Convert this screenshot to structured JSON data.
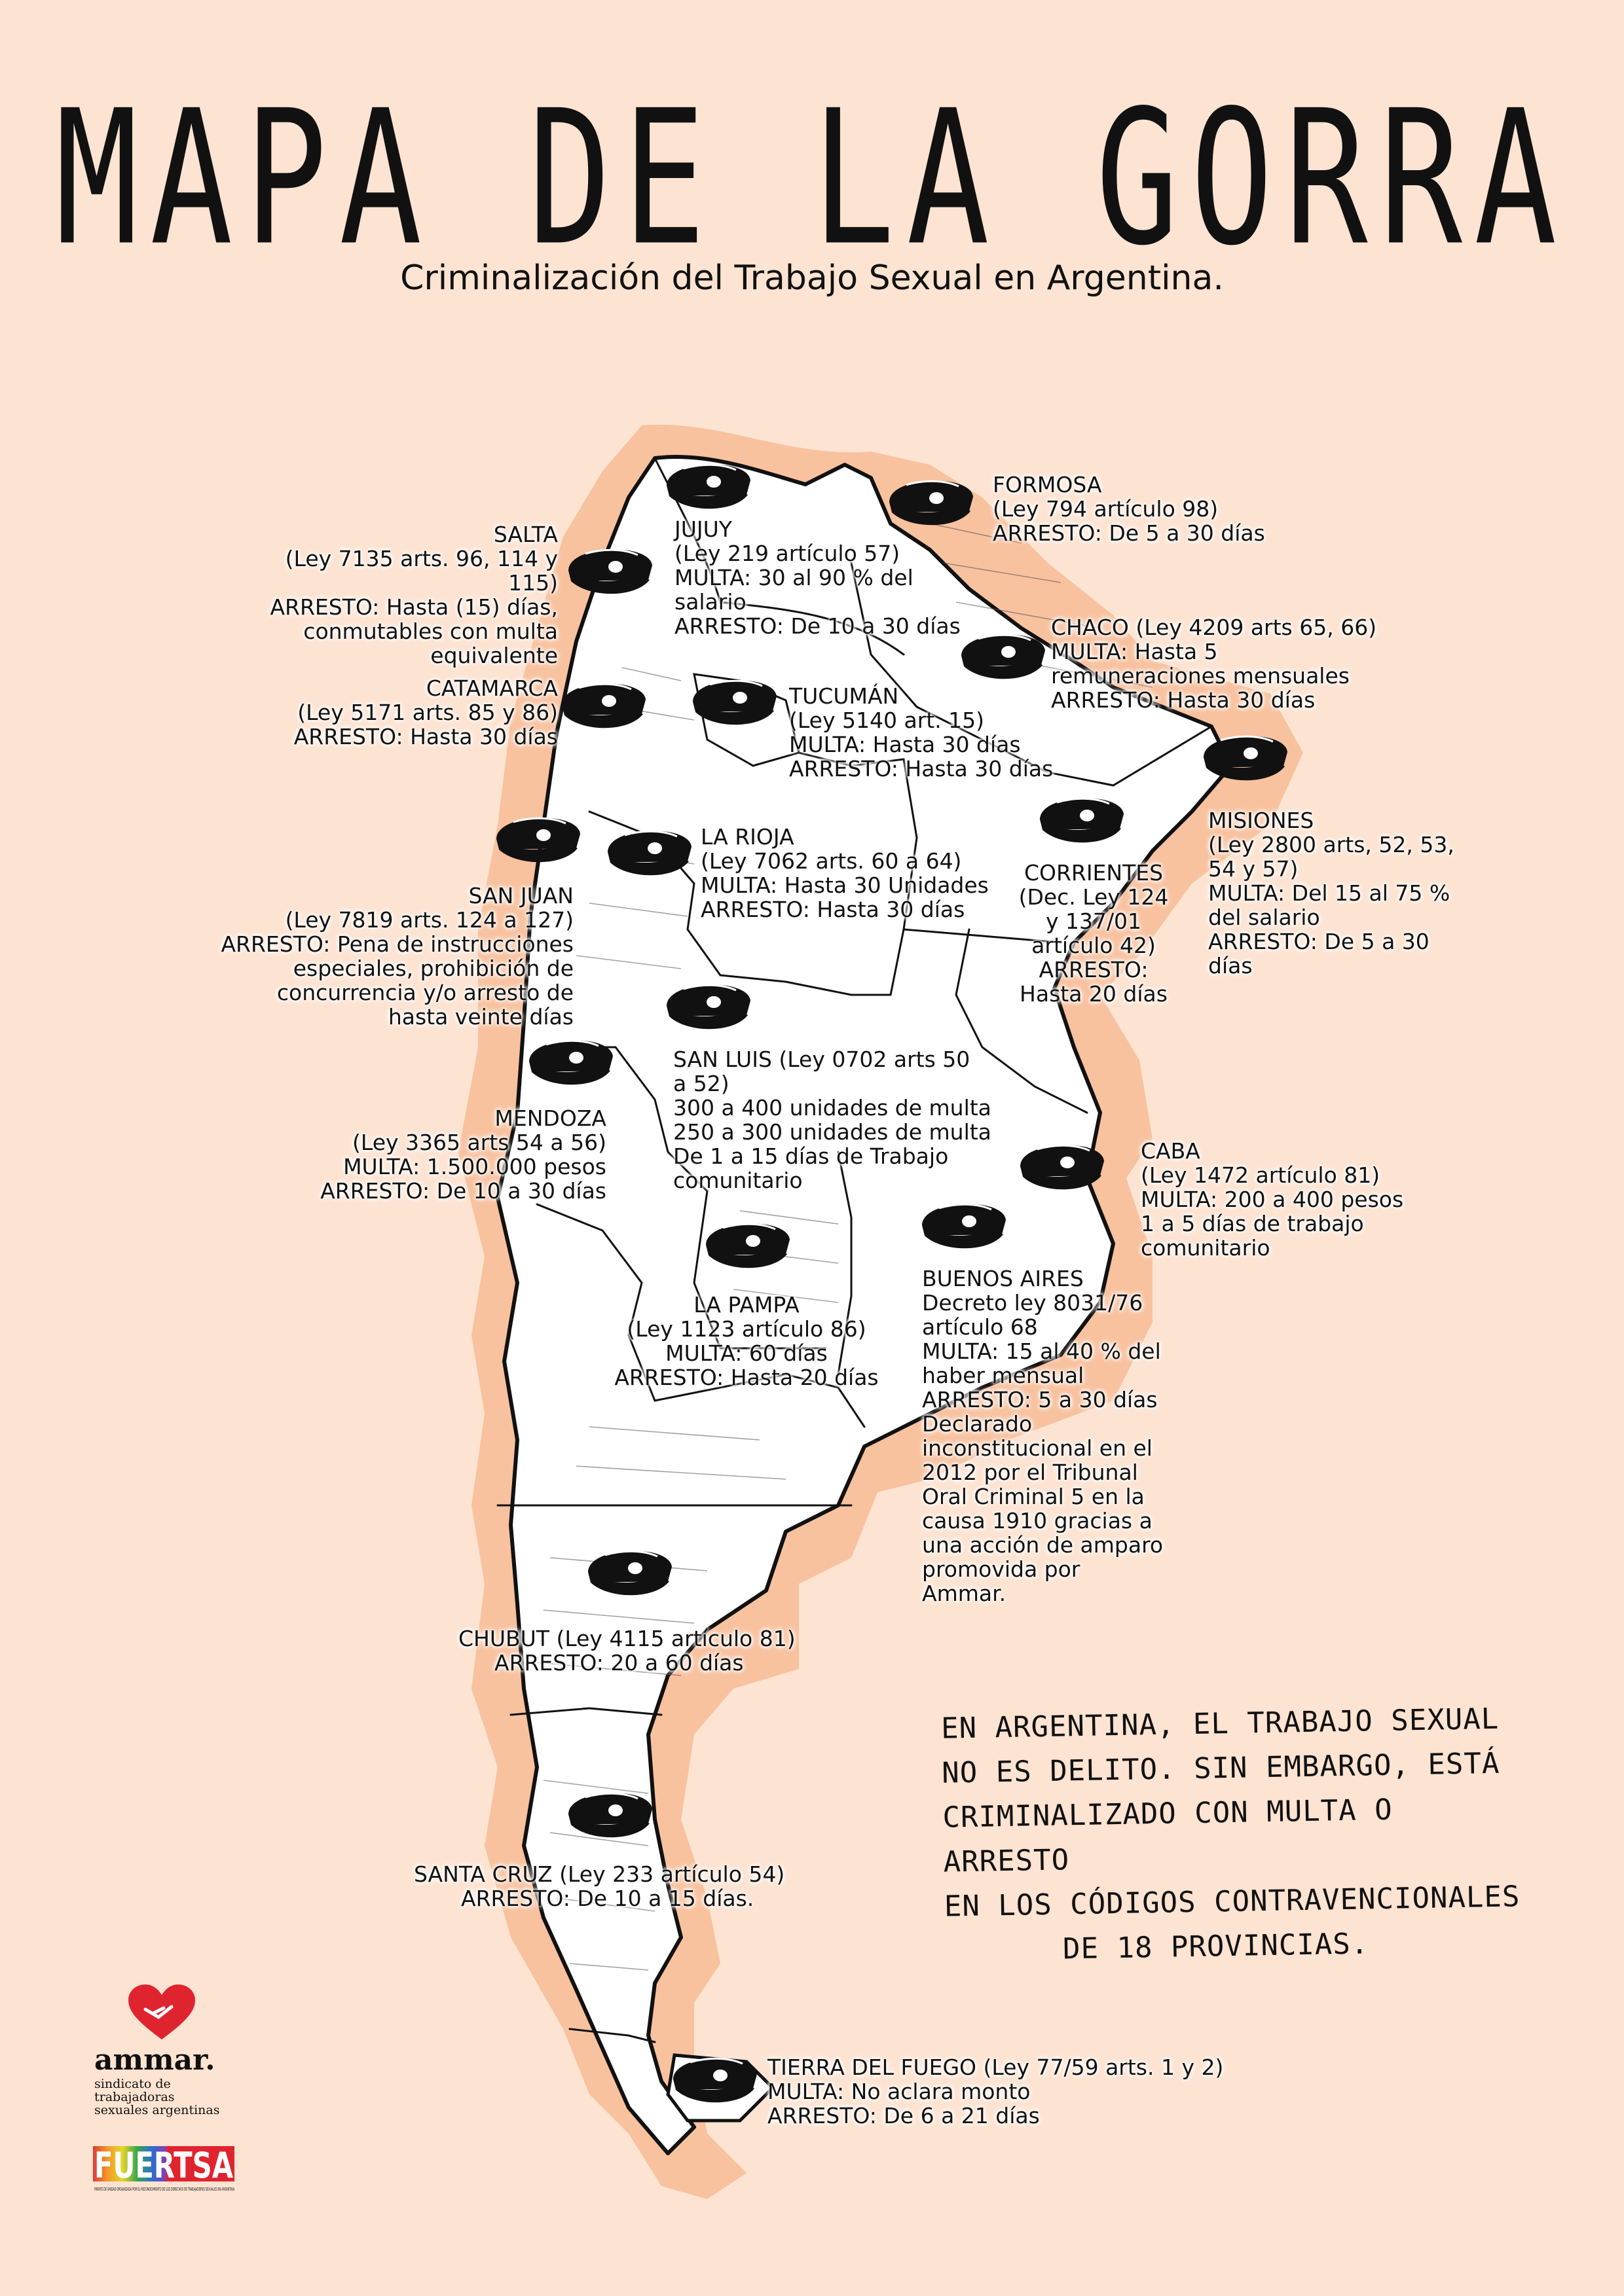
{
  "title": "MAPA DE LA GORRA",
  "subtitle": "Criminalización del Trabajo Sexual en Argentina.",
  "provinces": {
    "jujuy": [
      "JUJUY",
      "(Ley 219 artículo 57)",
      "MULTA: 30 al 90 % del",
      "salario",
      "ARRESTO: De 10 a 30 días"
    ],
    "formosa": [
      "FORMOSA",
      "(Ley 794 artículo 98)",
      "ARRESTO: De 5 a 30 días"
    ],
    "salta": [
      "SALTA",
      "(Ley 7135 arts. 96, 114 y 115)",
      "ARRESTO: Hasta (15) días,",
      "conmutables con multa",
      "equivalente"
    ],
    "chaco": [
      "CHACO (Ley 4209 arts 65, 66)",
      "MULTA: Hasta 5",
      "remuneraciones mensuales",
      "ARRESTO: Hasta 30 días"
    ],
    "catamarca": [
      "CATAMARCA",
      "(Ley 5171 arts. 85 y 86)",
      "ARRESTO: Hasta 30 días"
    ],
    "tucuman": [
      "TUCUMÁN",
      "(Ley 5140 art. 15)",
      "MULTA: Hasta 30 días",
      "ARRESTO: Hasta 30 días"
    ],
    "misiones": [
      "MISIONES",
      "(Ley 2800 arts, 52, 53,",
      "54 y 57)",
      "MULTA: Del 15 al 75 %",
      "del salario",
      "ARRESTO: De 5 a 30",
      "días"
    ],
    "la_rioja": [
      "LA RIOJA",
      "(Ley 7062 arts. 60 a 64)",
      "MULTA: Hasta 30 Unidades",
      "ARRESTO: Hasta 30 días"
    ],
    "corrientes": [
      "CORRIENTES",
      "(Dec. Ley 124",
      "y 137/01",
      "artículo 42)",
      "ARRESTO:",
      "Hasta 20 días"
    ],
    "san_juan": [
      "SAN JUAN",
      "(Ley 7819 arts. 124 a 127)",
      "ARRESTO: Pena de instrucciones",
      "especiales, prohibición de",
      "concurrencia y/o arresto de",
      "hasta veinte días"
    ],
    "san_luis": [
      "SAN LUIS (Ley 0702 arts 50",
      "a 52)",
      "300 a 400 unidades de multa",
      "250 a 300 unidades de multa",
      "De 1 a 15 días de Trabajo",
      "comunitario"
    ],
    "mendoza": [
      "MENDOZA",
      "(Ley 3365 arts 54 a 56)",
      "MULTA: 1.500.000 pesos",
      "ARRESTO: De 10 a 30 días"
    ],
    "caba": [
      "CABA",
      "(Ley 1472 artículo 81)",
      "MULTA: 200 a 400 pesos",
      "1 a 5 días de trabajo",
      "comunitario"
    ],
    "buenos_aires": [
      "BUENOS AIRES",
      "Decreto ley 8031/76",
      "artículo 68",
      "MULTA: 15 al 40 % del",
      "haber mensual",
      "ARRESTO: 5 a 30 días",
      "Declarado",
      "inconstitucional en el",
      "2012 por el Tribunal",
      "Oral Criminal 5 en la",
      "causa 1910 gracias a",
      "una acción de amparo",
      "promovida por",
      "Ammar."
    ],
    "la_pampa": [
      "LA PAMPA",
      "(Ley 1123 artículo 86)",
      "MULTA: 60 días",
      "ARRESTO: Hasta 20 días"
    ],
    "chubut": [
      "CHUBUT (Ley 4115 artículo 81)",
      "ARRESTO: 20 a 60 días"
    ],
    "santa_cruz": [
      "SANTA CRUZ (Ley 233 artículo 54)",
      "ARRESTO: De 10 a 15 días."
    ],
    "tierra_del_fuego": [
      "TIERRA DEL FUEGO (Ley 77/59 arts. 1 y 2)",
      "MULTA: No aclara monto",
      "ARRESTO: De 6 a 21 días"
    ]
  },
  "handwritten_note": [
    "EN ARGENTINA, EL TRABAJO SEXUAL",
    "NO ES DELITO. SIN EMBARGO, ESTÁ",
    "CRIMINALIZADO CON MULTA O ARRESTO",
    "EN LOS CÓDIGOS CONTRAVENCIONALES",
    "DE 18 PROVINCIAS."
  ],
  "logos": {
    "ammar_name": "ammar.",
    "ammar_tagline_1": "sindicato de trabajadoras",
    "ammar_tagline_2": "sexuales argentinas",
    "fuertsa_name": "FUERTSA",
    "fuertsa_tagline": "FRENTE DE UNIDAD ORGANIZADA POR EL RECONOCIMIENTO DE LOS DERECHOS DE TRABAJADORES SEXUALES EN ARGENTINA"
  },
  "colors": {
    "background": "#fde3d1",
    "halo": "#f6b78e",
    "map_fill": "#ffffff",
    "ink": "#111111",
    "heart": "#e0242f"
  },
  "icon": "police-cap-icon"
}
